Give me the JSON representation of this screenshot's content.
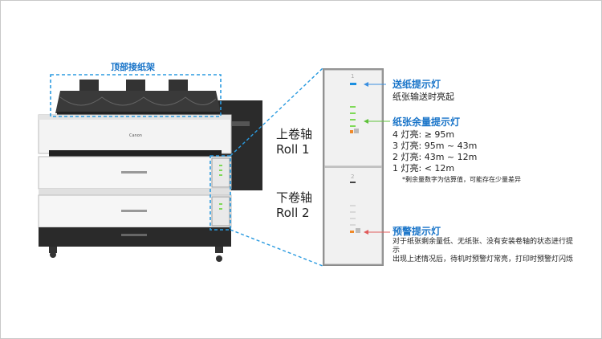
{
  "labels": {
    "top_stacker": "顶部接纸架",
    "upper_roll_cn": "上卷轴",
    "upper_roll_en": "Roll 1",
    "lower_roll_cn": "下卷轴",
    "lower_roll_en": "Roll 2",
    "feed_title": "送纸提示灯",
    "feed_desc": "纸张输送时亮起",
    "remain_title": "纸张余量提示灯",
    "remain_lines": [
      "4 灯亮: ≥ 95m",
      "3 灯亮: 95m ~ 43m",
      "2 灯亮: 43m ~ 12m",
      "1 灯亮: < 12m"
    ],
    "remain_note": "*剩余量数字为估算值，可能存在少量差异",
    "warn_title": "预警提示灯",
    "warn_desc1": "对于纸张剩余量低、无纸张、没有安装卷轴的状态进行提示",
    "warn_desc2": "出现上述情况后，待机时预警灯常亮，打印时预警灯闪烁",
    "brand": "Canon",
    "panel_num1": "1",
    "panel_num2": "2"
  },
  "colors": {
    "callout_blue": "#2b9be0",
    "title_blue": "#1a75c9",
    "feed_led": "#1b8fe0",
    "remain_led": "#7ed957",
    "warn_led": "#f08a2a",
    "arrow_blue": "#3a8fe0",
    "arrow_green": "#5fc23a",
    "arrow_red": "#e05a5a"
  }
}
